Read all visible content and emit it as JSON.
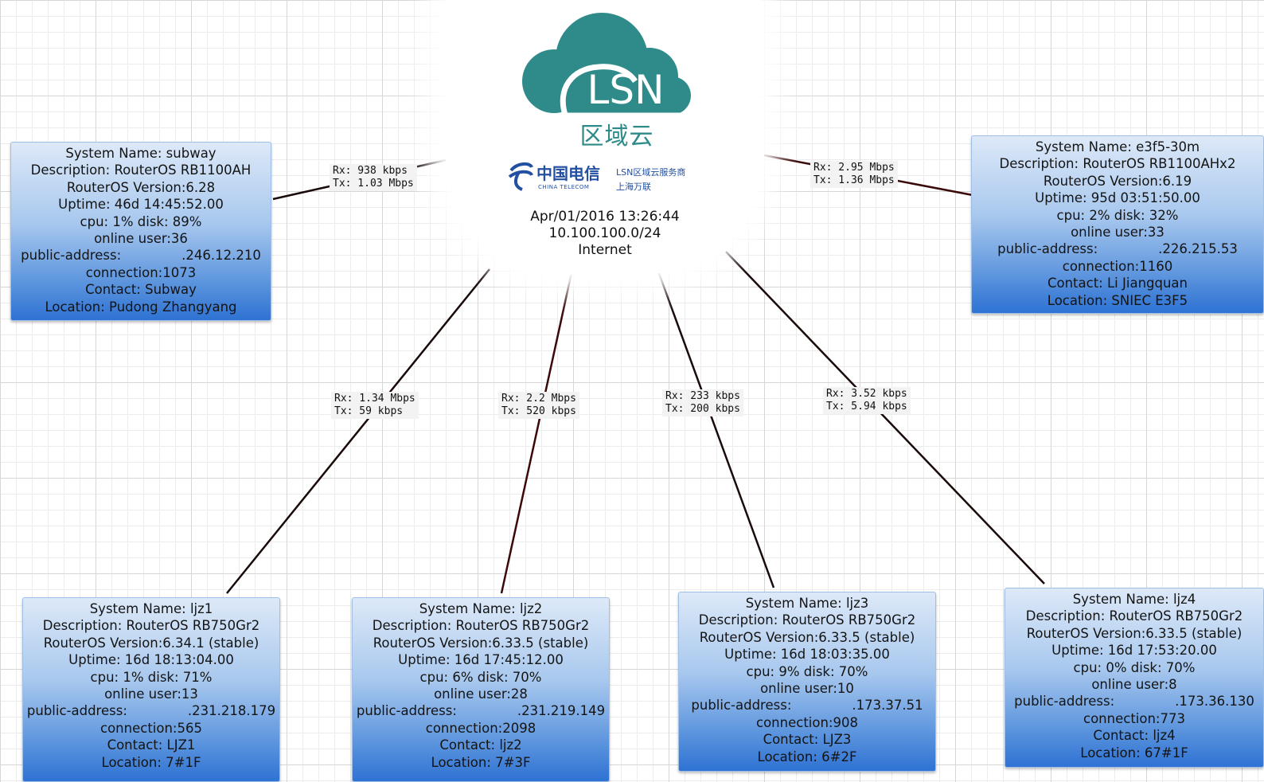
{
  "cloud": {
    "logo_text": "LSN",
    "logo_subtitle": "区域云",
    "isp_name_cn": "中国电信",
    "isp_name_en": "CHINA TELECOM",
    "provider_line1": "LSN区域云服务商",
    "provider_line2": "上海万联",
    "datetime": "Apr/01/2016 13:26:44",
    "network": "10.100.100.0/24",
    "label": "Internet"
  },
  "colors": {
    "logo_teal": "#2e8b8a",
    "telecom_blue": "#2350a0",
    "device_box_top": "#dde9f8",
    "device_box_bottom": "#2e72d3",
    "link_line": "#1a0a0a"
  },
  "devices": [
    {
      "id": "subway",
      "system_name": "System Name: subway",
      "description": "Description: RouterOS RB1100AH",
      "version": "RouterOS Version:6.28",
      "uptime": "Uptime: 46d 14:45:52.00",
      "cpu_disk": "cpu: 1% disk: 89%",
      "online_user": "online user:36",
      "public_label": "public-address:",
      "public_value": ".246.12.210",
      "connection": "connection:1073",
      "contact": "Contact: Subway",
      "location": "Location: Pudong Zhangyang",
      "rate": {
        "rx": "Rx: 938 kbps",
        "tx": "Tx: 1.03 Mbps"
      }
    },
    {
      "id": "e3f5",
      "system_name": "System Name: e3f5-30m",
      "description": "Description: RouterOS RB1100AHx2",
      "version": "RouterOS Version:6.19",
      "uptime": "Uptime: 95d 03:51:50.00",
      "cpu_disk": "cpu: 2% disk: 32%",
      "online_user": "online user:33",
      "public_label": "public-address:",
      "public_value": ".226.215.53",
      "connection": "connection:1160",
      "contact": "Contact: Li Jiangquan",
      "location": "Location: SNIEC E3F5",
      "rate": {
        "rx": "Rx: 2.95 Mbps",
        "tx": "Tx: 1.36 Mbps"
      }
    },
    {
      "id": "ljz1",
      "system_name": "System Name: ljz1",
      "description": "Description: RouterOS RB750Gr2",
      "version": "RouterOS Version:6.34.1 (stable)",
      "uptime": "Uptime: 16d 18:13:04.00",
      "cpu_disk": "cpu: 1% disk: 71%",
      "online_user": "online user:13",
      "public_label": "public-address:",
      "public_value": ".231.218.179",
      "connection": "connection:565",
      "contact": "Contact: LJZ1",
      "location": "Location: 7#1F",
      "rate": {
        "rx": "Rx: 1.34 Mbps",
        "tx": "Tx: 59 kbps"
      }
    },
    {
      "id": "ljz2",
      "system_name": "System Name: ljz2",
      "description": "Description: RouterOS RB750Gr2",
      "version": "RouterOS Version:6.33.5 (stable)",
      "uptime": "Uptime: 16d 17:45:12.00",
      "cpu_disk": "cpu: 6% disk: 70%",
      "online_user": "online user:28",
      "public_label": "public-address:",
      "public_value": ".231.219.149",
      "connection": "connection:2098",
      "contact": "Contact: ljz2",
      "location": "Location: 7#3F",
      "rate": {
        "rx": "Rx: 2.2 Mbps",
        "tx": "Tx: 520 kbps"
      }
    },
    {
      "id": "ljz3",
      "system_name": "System Name: ljz3",
      "description": "Description: RouterOS RB750Gr2",
      "version": "RouterOS Version:6.33.5 (stable)",
      "uptime": "Uptime: 16d 18:03:35.00",
      "cpu_disk": "cpu: 9% disk: 70%",
      "online_user": "online user:10",
      "public_label": "public-address:",
      "public_value": ".173.37.51",
      "connection": "connection:908",
      "contact": "Contact: LJZ3",
      "location": "Location: 6#2F",
      "rate": {
        "rx": "Rx: 233 kbps",
        "tx": "Tx: 200 kbps"
      }
    },
    {
      "id": "ljz4",
      "system_name": "System Name: ljz4",
      "description": "Description: RouterOS RB750Gr2",
      "version": "RouterOS Version:6.33.5 (stable)",
      "uptime": "Uptime: 16d 17:53:20.00",
      "cpu_disk": "cpu: 0% disk: 70%",
      "online_user": "online user:8",
      "public_label": "public-address:",
      "public_value": ".173.36.130",
      "connection": "connection:773",
      "contact": "Contact: ljz4",
      "location": "Location: 67#1F",
      "rate": {
        "rx": "Rx: 3.52 kbps",
        "tx": "Tx: 5.94 kbps"
      }
    }
  ]
}
